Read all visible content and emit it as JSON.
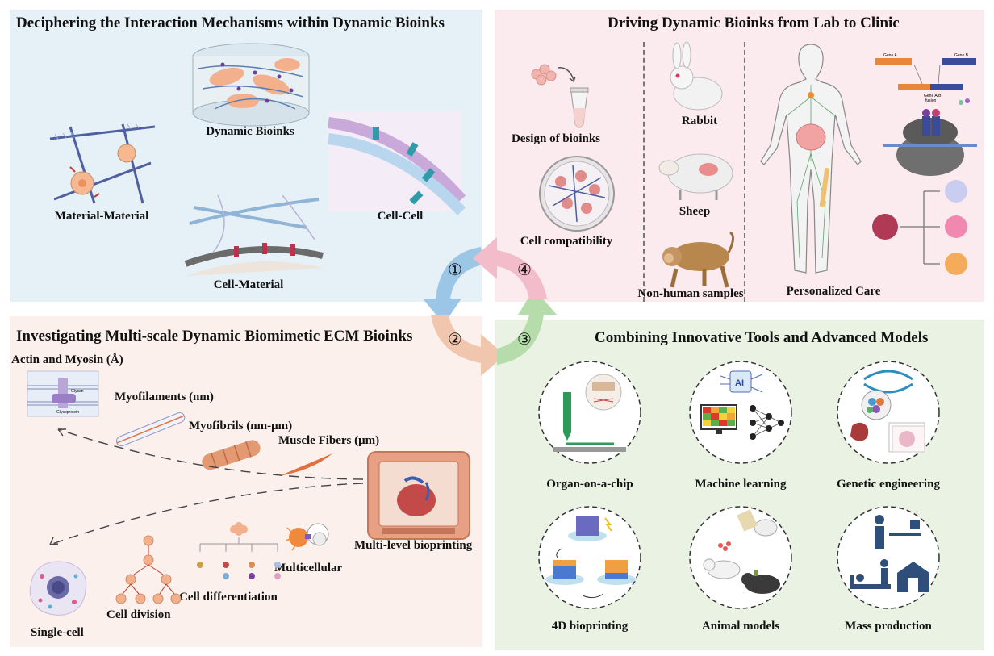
{
  "panels": {
    "p1": {
      "title": "Deciphering the Interaction Mechanisms within Dynamic Bioinks",
      "labels": [
        "Dynamic Bioinks",
        "Material-Material",
        "Cell-Cell",
        "Cell-Material"
      ]
    },
    "p2": {
      "title": "Driving Dynamic Bioinks from Lab to Clinic",
      "labels": [
        "Design of bioinks",
        "Cell compatibility",
        "Rabbit",
        "Sheep",
        "Non-human samples",
        "Personalized Care"
      ],
      "gene_labels": [
        "Gene A",
        "Gene B",
        "Gene A/B",
        "fusion"
      ]
    },
    "p3": {
      "title": "Investigating Multi-scale Dynamic Biomimetic ECM Bioinks",
      "labels": [
        "Actin and Myosin (Å)",
        "Myofilaments (nm)",
        "Myofibrils (nm-μm)",
        "Muscle Fibers (μm)",
        "Multi-level bioprinting",
        "Multicellular",
        "Cell differentiation",
        "Cell division",
        "Single-cell"
      ],
      "inset_labels": [
        "Glycan",
        "Glycoprotein"
      ]
    },
    "p4": {
      "title": "Combining Innovative Tools and Advanced Models",
      "labels": [
        "Organ-on-a-chip",
        "Machine learning",
        "Genetic engineering",
        "4D bioprinting",
        "Animal models",
        "Mass production"
      ],
      "ai_text": "AI"
    }
  },
  "cycle": [
    "①",
    "②",
    "③",
    "④"
  ],
  "colors": {
    "panel1": "#e6f0f7",
    "panel2": "#fbeaee",
    "panel3": "#fbf0eb",
    "panel4": "#eaf3e3",
    "arrow1": "#9cc6e6",
    "arrow2": "#f0c6ae",
    "arrow3": "#b6dcab",
    "arrow4": "#f3bccb"
  }
}
